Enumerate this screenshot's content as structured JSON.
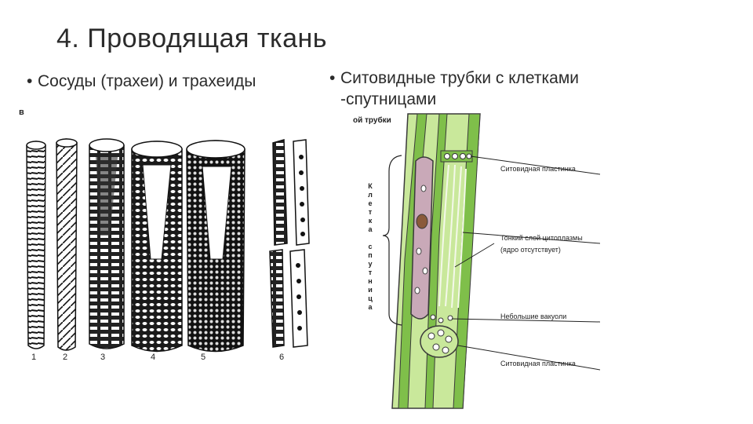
{
  "slide": {
    "title": "4. Проводящая ткань",
    "bullet_left": "Сосуды (трахеи) и трахеиды",
    "bullet_right_line1": "Ситовидные трубки с клетками",
    "bullet_right_line2": "-спутницами"
  },
  "left_figure": {
    "corner_label": "в",
    "numbers": [
      "1",
      "2",
      "3",
      "4",
      "5",
      "6"
    ]
  },
  "right_figure": {
    "top_cut_label": "ой трубки",
    "vertical_label_letters": [
      "К",
      "л",
      "е",
      "т",
      "к",
      "а",
      "",
      "с",
      "п",
      "у",
      "т",
      "н",
      "и",
      "ц",
      "а"
    ],
    "labels": {
      "sieve_plate_top": "Ситовидная пластинка",
      "cytoplasm_line1": "Тонкий слой цитоплазмы",
      "cytoplasm_line2": "(ядро отсутствует)",
      "vacuoles": "Небольшие вакуоли",
      "sieve_plate_bottom": "Ситовидная пластинка"
    },
    "colors": {
      "tube_green": "#c9e89b",
      "wall_green": "#7fbf4a",
      "companion_purple": "#c9a9b8"
    }
  }
}
